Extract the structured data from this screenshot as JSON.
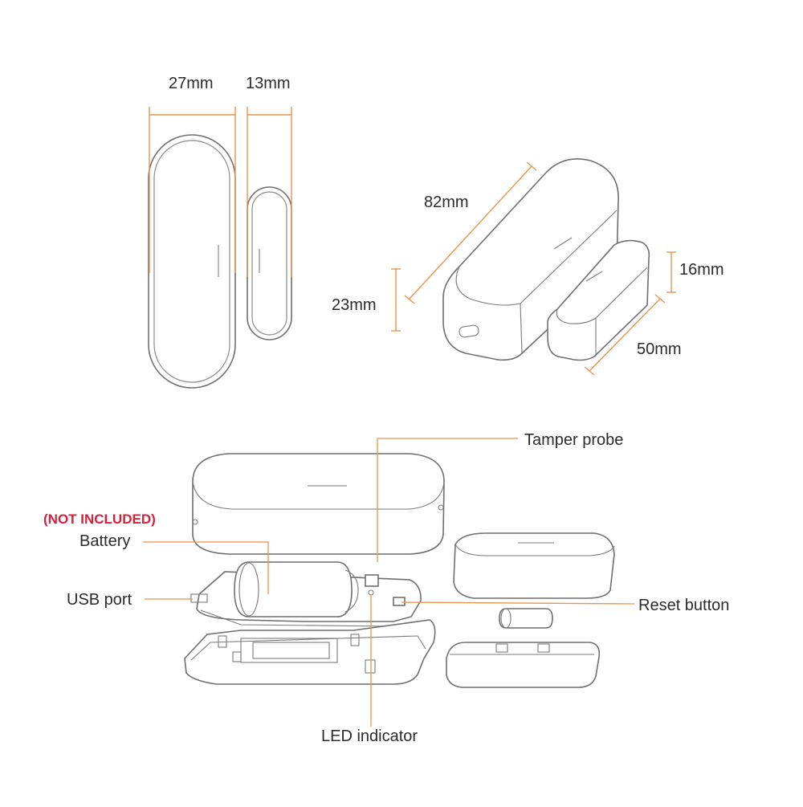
{
  "dimensions": {
    "front_width_large": "27mm",
    "front_width_small": "13mm",
    "length": "82mm",
    "height_large": "23mm",
    "height_small": "16mm",
    "length_small": "50mm"
  },
  "callouts": {
    "not_included": "(NOT INCLUDED)",
    "battery": "Battery",
    "usb_port": "USB port",
    "tamper_probe": "Tamper probe",
    "reset_button": "Reset button",
    "led_indicator": "LED indicator"
  },
  "colors": {
    "dimension_line": "#e8944c",
    "outline": "#6f6f6f",
    "warning_text": "#d6203c",
    "label_text": "#2b2b2b"
  }
}
